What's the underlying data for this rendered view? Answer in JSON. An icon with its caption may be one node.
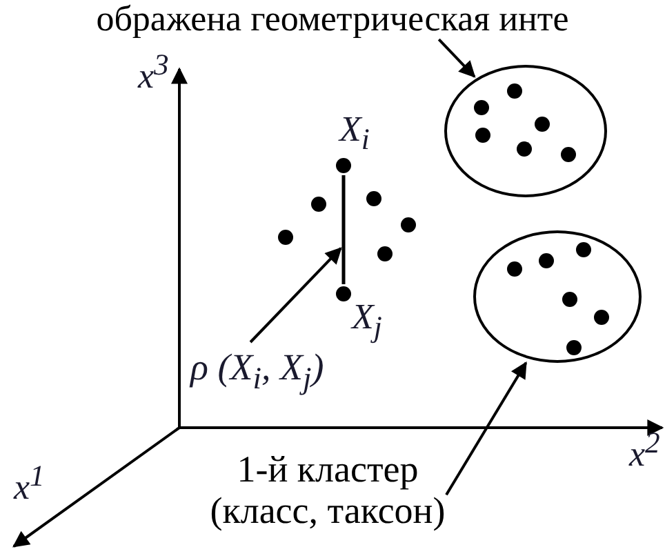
{
  "diagram": {
    "nodes": [
      {
        "text": [
          "ображена геометрическая инте"
        ]
      },
      {
        "text": [],
        "shape": "ellipse"
      },
      {
        "text": [],
        "shape": "ellipse"
      },
      {
        "text": [
          "1-й кластер (класс, таксон)"
        ]
      },
      {
        "text": [
          "ρ (X$_{i}$, X$_{j}$)"
        ]
      },
      {
        "text": [],
        "shape": "line"
      }
    ],
    "edges": [
      {
        "from": 0,
        "to": 1,
        "arrow": "to"
      },
      {
        "from": 3,
        "to": 2,
        "arrow": "to"
      },
      {
        "from": 4,
        "to": 5,
        "arrow": "to"
      }
    ],
    "labels": [
      "x$^{3}$",
      "X$_{i}$",
      "X$_{j}$",
      "x$^{1}$",
      "x$^{2}$"
    ]
  }
}
